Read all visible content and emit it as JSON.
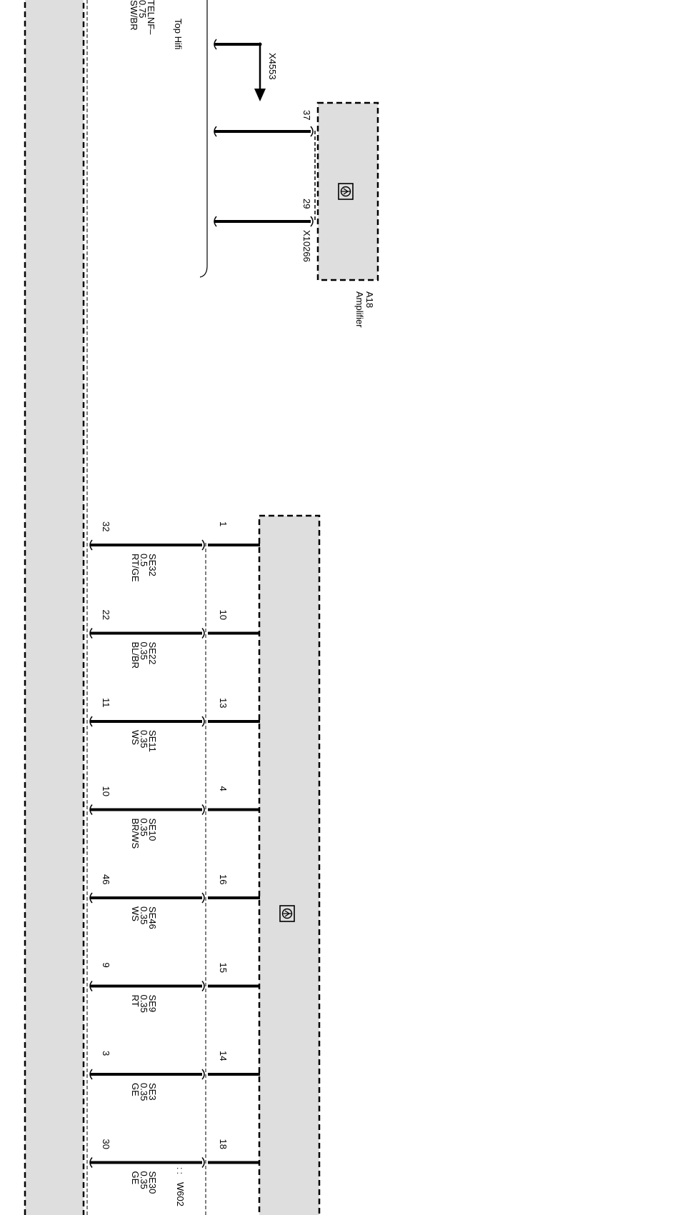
{
  "top_wire": {
    "signal": "TELNF–",
    "gauge": "0.75",
    "color": "SW/BR"
  },
  "option_label": "Top Hifi",
  "connector_x4553": "X4553",
  "amplifier": {
    "pin_top": "37",
    "pin_bottom": "29",
    "connector": "X10266",
    "ref": "A18",
    "name": "Amplifier",
    "icon": "speaker-symbol-icon"
  },
  "bottom_module": {
    "icon": "speaker-symbol-icon",
    "wire_bundle_label": "W602"
  },
  "wires": [
    {
      "left_pin": "32",
      "right_pin": "1",
      "signal": "SE32",
      "gauge": "0.5",
      "color": "RT/GE"
    },
    {
      "left_pin": "22",
      "right_pin": "10",
      "signal": "SE22",
      "gauge": "0.35",
      "color": "BL/BR"
    },
    {
      "left_pin": "11",
      "right_pin": "13",
      "signal": "SE11",
      "gauge": "0.35",
      "color": "WS"
    },
    {
      "left_pin": "10",
      "right_pin": "4",
      "signal": "SE10",
      "gauge": "0.35",
      "color": "BR/WS"
    },
    {
      "left_pin": "46",
      "right_pin": "16",
      "signal": "SE46",
      "gauge": "0.35",
      "color": "WS"
    },
    {
      "left_pin": "9",
      "right_pin": "15",
      "signal": "SE9",
      "gauge": "0.35",
      "color": "RT"
    },
    {
      "left_pin": "3",
      "right_pin": "14",
      "signal": "SE3",
      "gauge": "0.35",
      "color": "GE"
    },
    {
      "left_pin": "30",
      "right_pin": "18",
      "signal": "SE30",
      "gauge": "0.35",
      "color": "GE"
    }
  ]
}
